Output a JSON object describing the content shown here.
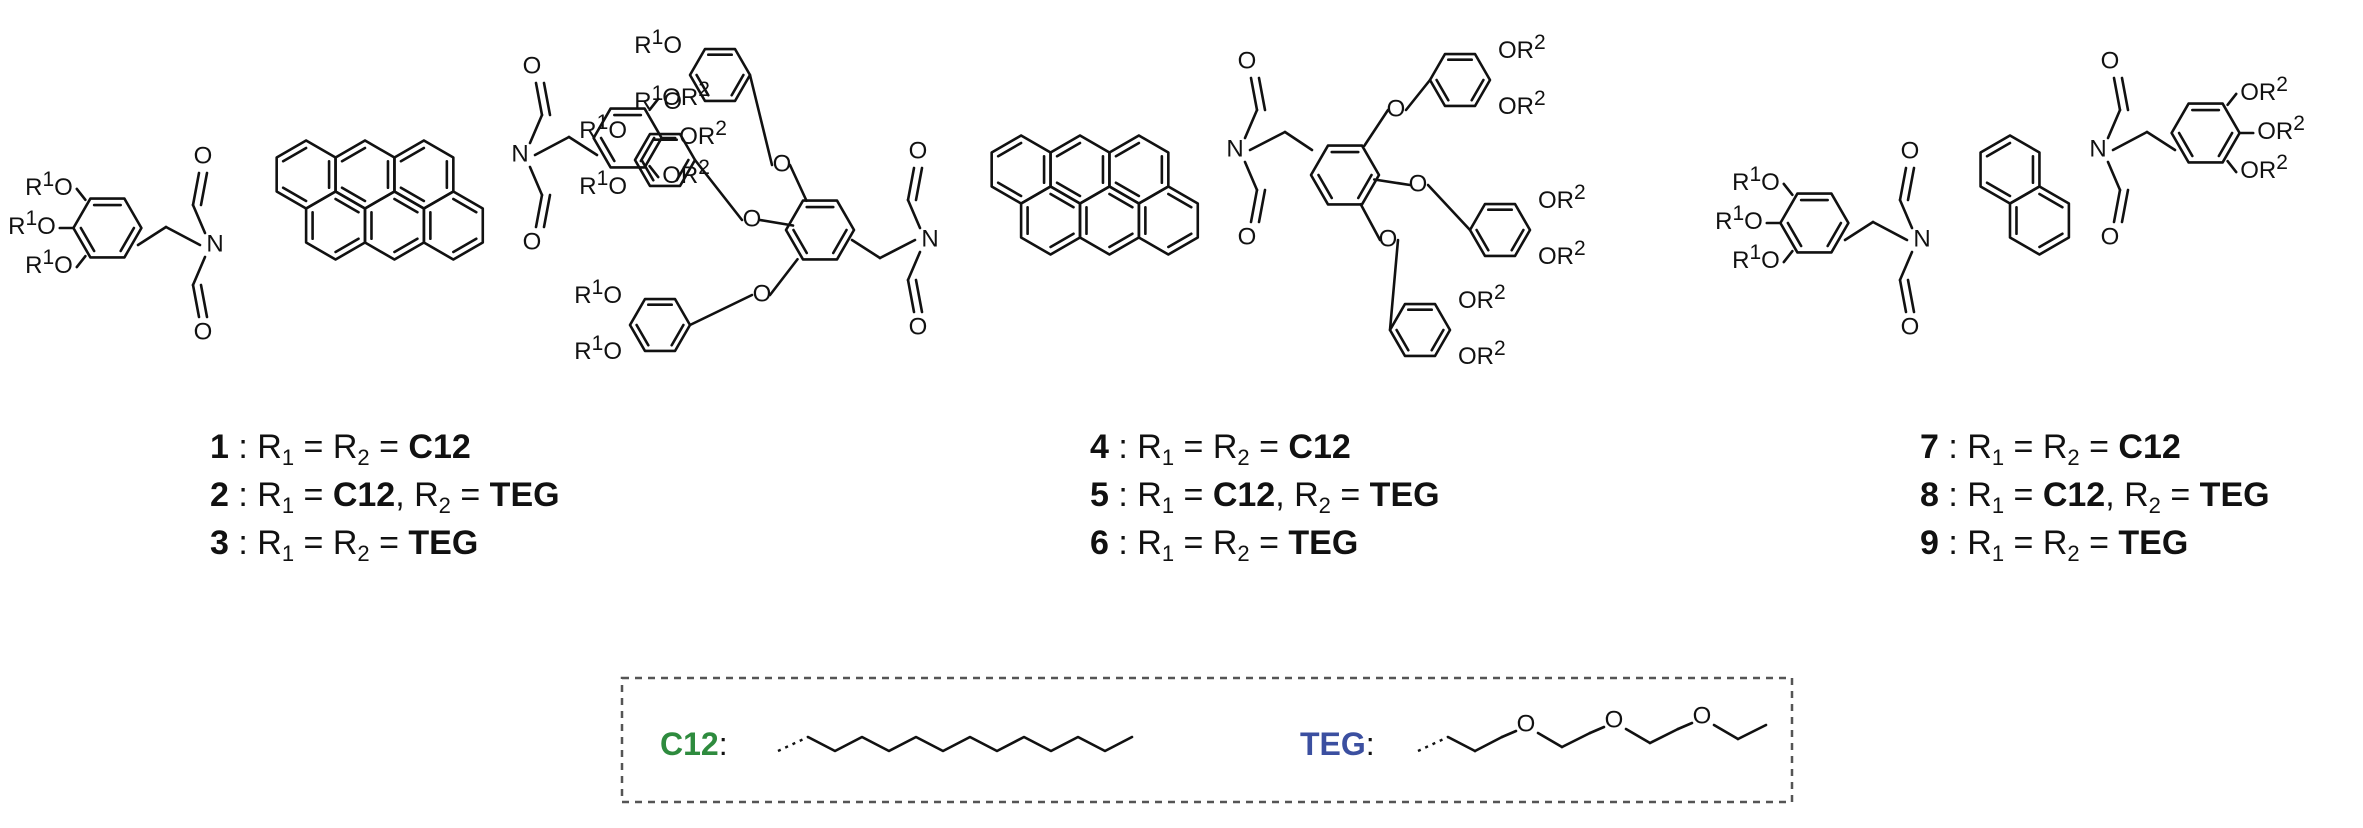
{
  "groups": [
    {
      "name": "perylene-bisimide-monomer",
      "compounds": [
        {
          "number": "1",
          "r1": "C12",
          "r2": "C12",
          "same": true
        },
        {
          "number": "2",
          "r1": "C12",
          "r2": "TEG",
          "same": false
        },
        {
          "number": "3",
          "r1": "TEG",
          "r2": "TEG",
          "same": true
        }
      ]
    },
    {
      "name": "perylene-bisimide-dendron",
      "compounds": [
        {
          "number": "4",
          "r1": "C12",
          "r2": "C12",
          "same": true
        },
        {
          "number": "5",
          "r1": "C12",
          "r2": "TEG",
          "same": false
        },
        {
          "number": "6",
          "r1": "TEG",
          "r2": "TEG",
          "same": true
        }
      ]
    },
    {
      "name": "naphthalene-bisimide",
      "compounds": [
        {
          "number": "7",
          "r1": "C12",
          "r2": "C12",
          "same": true
        },
        {
          "number": "8",
          "r1": "C12",
          "r2": "TEG",
          "same": false
        },
        {
          "number": "9",
          "r1": "TEG",
          "r2": "TEG",
          "same": true
        }
      ]
    }
  ],
  "labels": {
    "R": "R",
    "sub1": "1",
    "sub2": "2",
    "sup1": "1",
    "sup2": "2",
    "O": "O",
    "N": "N",
    "eq": " = ",
    "sep": " : ",
    "comma": ", "
  },
  "legend": {
    "c12_label": "C12",
    "c12_colon": ":",
    "teg_label": "TEG",
    "teg_colon": ":",
    "c12_color": "#2e8b3e",
    "teg_color": "#3b4fa0",
    "border_color": "#555555"
  }
}
